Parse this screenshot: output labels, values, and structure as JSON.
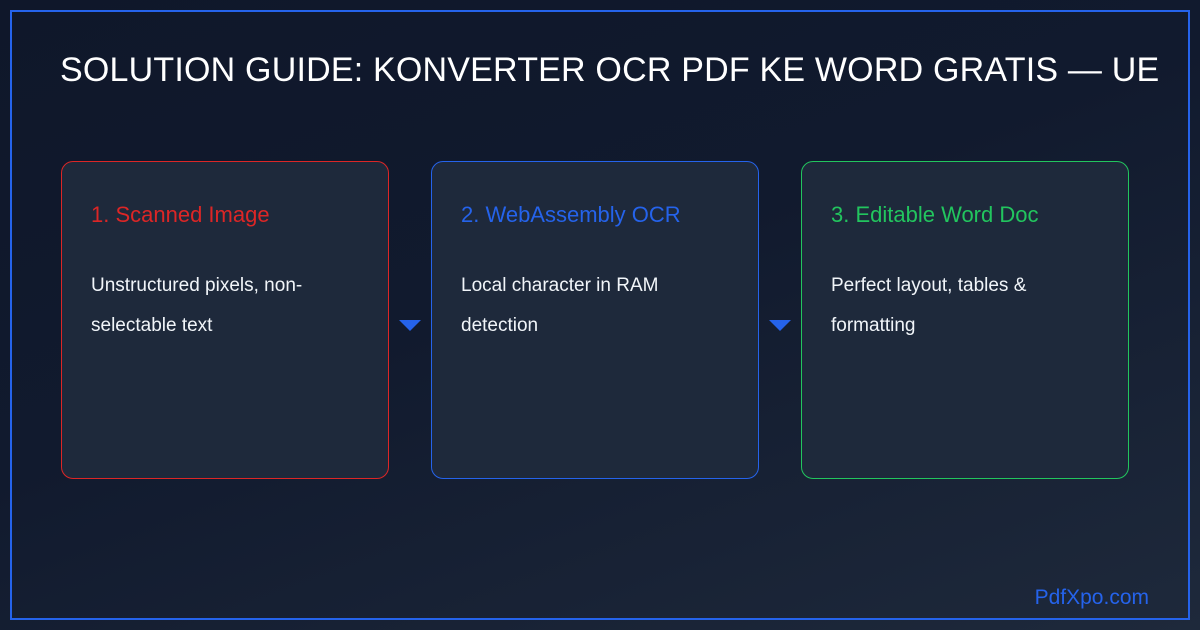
{
  "title": "SOLUTION GUIDE: KONVERTER OCR PDF KE WORD GRATIS — UE",
  "steps": [
    {
      "title": "1. Scanned Image",
      "description": "Unstructured pixels, non-selectable text",
      "color": "#dc2626"
    },
    {
      "title": "2. WebAssembly OCR",
      "description": "Local character in RAM detection",
      "color": "#2563eb"
    },
    {
      "title": "3. Editable Word Doc",
      "description": "Perfect layout, tables & formatting",
      "color": "#22c55e"
    }
  ],
  "connector_color": "#2563eb",
  "frame_color": "#2563eb",
  "brand": {
    "text": "PdfXpo.com",
    "color": "#2563eb"
  }
}
